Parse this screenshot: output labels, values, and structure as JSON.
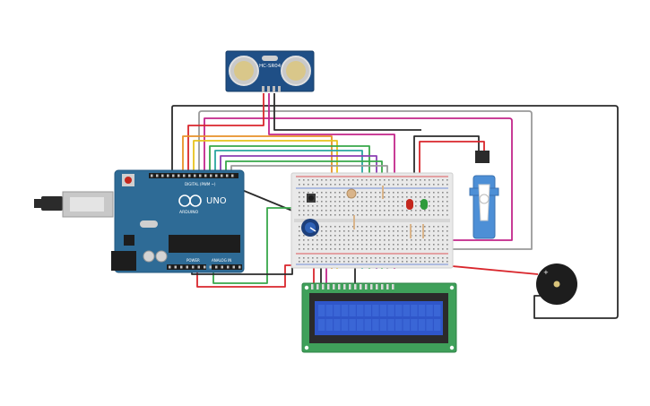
{
  "labels": {
    "sensor": "HC-SR04",
    "uno_brand": "UNO",
    "arduino_brand": "ARDUINO",
    "digital_header": "DIGITAL (PWM ~)",
    "power_header": "POWER",
    "analog_header": "ANALOG IN",
    "buzzer_plus": "+"
  },
  "colors": {
    "background": "#ffffff",
    "arduino_board": "#2e6b96",
    "sensor_board": "#1f4f86",
    "lcd_board": "#3fa05a",
    "lcd_screen": "#2f56c9",
    "breadboard": "#e9e9e9",
    "wire_red": "#d9262c",
    "wire_black": "#2b2b2b",
    "wire_orange": "#e89127",
    "wire_green": "#38a84a",
    "wire_magenta": "#c2268a",
    "wire_purple": "#8b3fb2",
    "wire_teal": "#2aa6a0",
    "wire_yellow": "#e8c21d",
    "wire_gray": "#9a9a9a",
    "led_red": "#c4271e",
    "led_green": "#2f9b3b"
  },
  "icons": [
    "usb-plug-icon",
    "reset-button-icon",
    "arduino-infinity-logo-icon"
  ]
}
